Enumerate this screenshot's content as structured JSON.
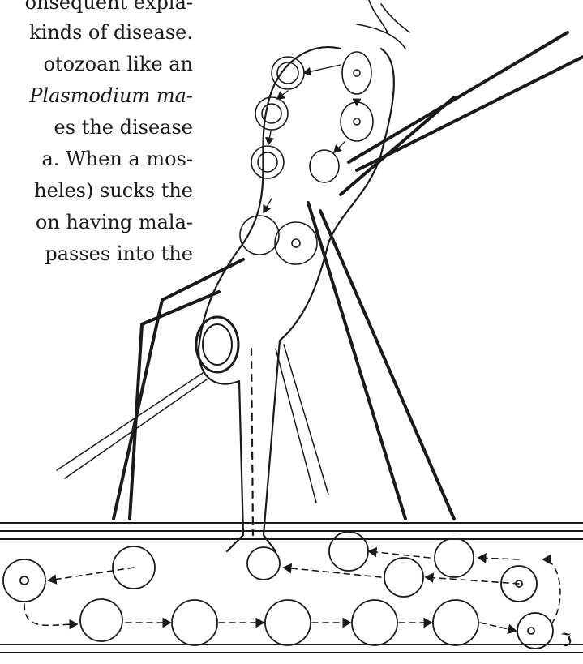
{
  "text_lines": [
    "onsequent expla-",
    "kinds of disease.",
    "otozoan like an",
    "Plasmodium ma-",
    "es the disease",
    "a. When a mos-",
    "heles) sucks the",
    "on having mala-",
    "passes into the"
  ],
  "corner_mark": "ℑ",
  "ink_color": "#1a1a1a"
}
